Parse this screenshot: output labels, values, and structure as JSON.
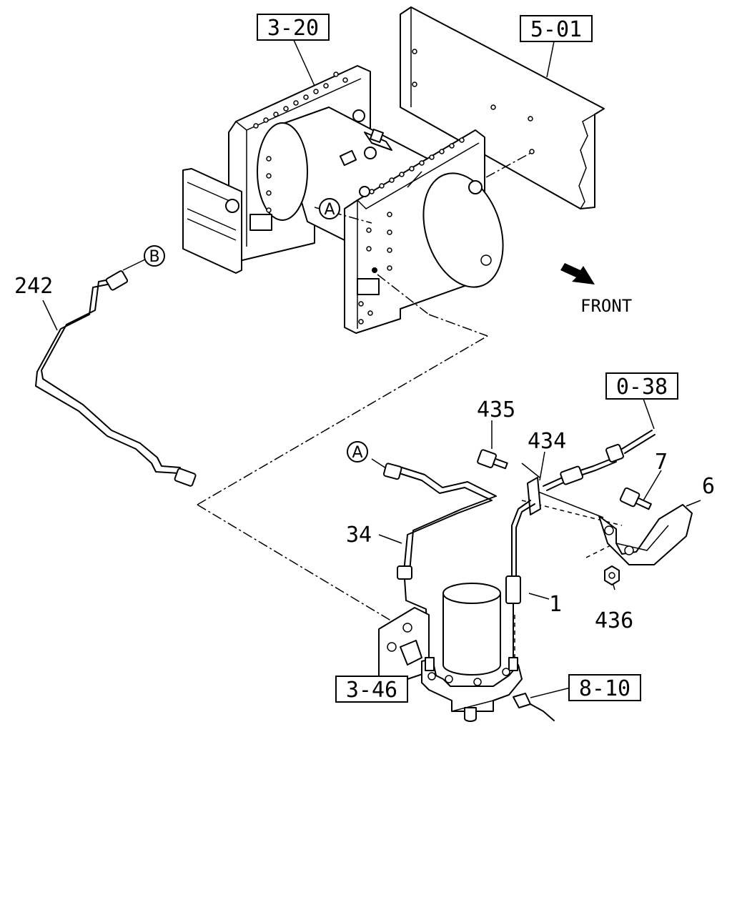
{
  "callouts": {
    "ref_3_20": "3-20",
    "ref_5_01": "5-01",
    "ref_0_38": "0-38",
    "ref_3_46": "3-46",
    "ref_8_10": "8-10",
    "part_242": "242",
    "part_435": "435",
    "part_434": "434",
    "part_7": "7",
    "part_6": "6",
    "part_34": "34",
    "part_1": "1",
    "part_436": "436"
  },
  "markers": {
    "a_upper": "A",
    "a_lower": "A",
    "b": "B"
  },
  "orientation": {
    "front_label": "FRONT",
    "arrow_icon": "front-direction-arrow-icon"
  },
  "colors": {
    "ink": "#000000",
    "paper": "#ffffff"
  }
}
